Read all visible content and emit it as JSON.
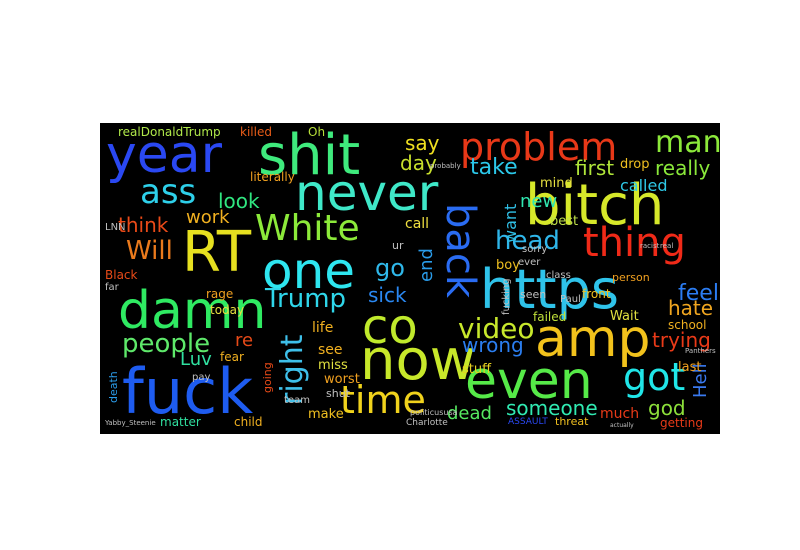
{
  "wordcloud": {
    "background": "#000000",
    "words": [
      {
        "text": "https",
        "color": "#2fc3ea"
      },
      {
        "text": "bitch",
        "color": "#d6e82a"
      },
      {
        "text": "fuck",
        "color": "#1e5cf0"
      },
      {
        "text": "shit",
        "color": "#3fea7d"
      },
      {
        "text": "damn",
        "color": "#2fea62"
      },
      {
        "text": "year",
        "color": "#2a48f2"
      },
      {
        "text": "never",
        "color": "#3fe8c8"
      },
      {
        "text": "amp",
        "color": "#f2c21c"
      },
      {
        "text": "now",
        "color": "#c8e82a"
      },
      {
        "text": "even",
        "color": "#56ea48"
      },
      {
        "text": "RT",
        "color": "#e6e020"
      },
      {
        "text": "one",
        "color": "#2ee6f0"
      },
      {
        "text": "co",
        "color": "#c0ea2c"
      },
      {
        "text": "problem",
        "color": "#e83818"
      },
      {
        "text": "thing",
        "color": "#f02a18"
      },
      {
        "text": "White",
        "color": "#8cea3a"
      },
      {
        "text": "man",
        "color": "#8ce83a"
      },
      {
        "text": "ass",
        "color": "#2ed0ea"
      },
      {
        "text": "back",
        "color": "#2a6cf2"
      },
      {
        "text": "time",
        "color": "#f0d21c"
      },
      {
        "text": "got",
        "color": "#20e6e8"
      },
      {
        "text": "Trump",
        "color": "#2fd6ea"
      },
      {
        "text": "right",
        "color": "#3ec0ea"
      },
      {
        "text": "people",
        "color": "#5ee86a"
      },
      {
        "text": "video",
        "color": "#c8e82c"
      },
      {
        "text": "head",
        "color": "#2fb6ea"
      },
      {
        "text": "Will",
        "color": "#ea7a1c"
      },
      {
        "text": "take",
        "color": "#2bc8ea"
      },
      {
        "text": "go",
        "color": "#2fb8ea"
      },
      {
        "text": "someone",
        "color": "#30eab2"
      },
      {
        "text": "god",
        "color": "#8ce03a"
      },
      {
        "text": "really",
        "color": "#8ae83a"
      },
      {
        "text": "first",
        "color": "#b0e63a"
      },
      {
        "text": "look",
        "color": "#30e680"
      },
      {
        "text": "think",
        "color": "#ea4a18"
      },
      {
        "text": "work",
        "color": "#f0b020"
      },
      {
        "text": "feel",
        "color": "#2b7cf2"
      },
      {
        "text": "hate",
        "color": "#f0a620"
      },
      {
        "text": "trying",
        "color": "#ea3a18"
      },
      {
        "text": "sick",
        "color": "#2a88f2"
      },
      {
        "text": "wrong",
        "color": "#2b7ef0"
      },
      {
        "text": "dead",
        "color": "#56e860"
      },
      {
        "text": "Luv",
        "color": "#30e0a0"
      },
      {
        "text": "re",
        "color": "#e84a18"
      },
      {
        "text": "end",
        "color": "#2a9cea"
      },
      {
        "text": "want",
        "color": "#30c0e6"
      },
      {
        "text": "new",
        "color": "#30e6b0"
      },
      {
        "text": "say",
        "color": "#f0e020"
      },
      {
        "text": "day",
        "color": "#c8e02c"
      },
      {
        "text": "Hell",
        "color": "#3a7af0"
      },
      {
        "text": "called",
        "color": "#2ec8e6"
      },
      {
        "text": "realDonaldTrump",
        "color": "#b0e84a"
      },
      {
        "text": "killed",
        "color": "#e85c18"
      },
      {
        "text": "Oh",
        "color": "#b8e03a"
      },
      {
        "text": "life",
        "color": "#f0b020"
      },
      {
        "text": "see",
        "color": "#f0b020"
      },
      {
        "text": "miss",
        "color": "#e0e040"
      },
      {
        "text": "worst",
        "color": "#f0a020"
      },
      {
        "text": "shut",
        "color": "#c0c0c0"
      },
      {
        "text": "stuff",
        "color": "#e6d020"
      },
      {
        "text": "much",
        "color": "#e83a18"
      },
      {
        "text": "last",
        "color": "#f0a020"
      },
      {
        "text": "failed",
        "color": "#c0e03a"
      },
      {
        "text": "Wait",
        "color": "#e0e040"
      },
      {
        "text": "school",
        "color": "#f0b020"
      },
      {
        "text": "mind",
        "color": "#e6e040"
      },
      {
        "text": "drop",
        "color": "#f0c020"
      },
      {
        "text": "call",
        "color": "#f0e040"
      },
      {
        "text": "best",
        "color": "#c0e04a"
      },
      {
        "text": "boy",
        "color": "#f0c020"
      },
      {
        "text": "front",
        "color": "#f0c020"
      },
      {
        "text": "person",
        "color": "#f0a020"
      },
      {
        "text": "seen",
        "color": "#c0c0c0"
      },
      {
        "text": "class",
        "color": "#c0c0c0"
      },
      {
        "text": "ur",
        "color": "#c0c0c0"
      },
      {
        "text": "sorry",
        "color": "#c0c0c0"
      },
      {
        "text": "fucking",
        "color": "#c0c0c0"
      },
      {
        "text": "Paul",
        "color": "#c0c0c0"
      },
      {
        "text": "ever",
        "color": "#c0c0c0"
      },
      {
        "text": "Black",
        "color": "#e84a18"
      },
      {
        "text": "today",
        "color": "#e6e040"
      },
      {
        "text": "far",
        "color": "#c0c0c0"
      },
      {
        "text": "rage",
        "color": "#f0a020"
      },
      {
        "text": "fear",
        "color": "#f0b020"
      },
      {
        "text": "going",
        "color": "#e84a18"
      },
      {
        "text": "death",
        "color": "#2a9cea"
      },
      {
        "text": "matter",
        "color": "#30e0a0"
      },
      {
        "text": "child",
        "color": "#f0b020"
      },
      {
        "text": "make",
        "color": "#f0c020"
      },
      {
        "text": "team",
        "color": "#c0c0c0"
      },
      {
        "text": "threat",
        "color": "#f0c020"
      },
      {
        "text": "getting",
        "color": "#e83a18"
      },
      {
        "text": "literally",
        "color": "#f0a020"
      },
      {
        "text": "LNN",
        "color": "#c0c0c0"
      },
      {
        "text": "pay",
        "color": "#c0c0c0"
      },
      {
        "text": "Charlotte",
        "color": "#c0c0c0"
      },
      {
        "text": "ASSAULT",
        "color": "#2a48f2"
      },
      {
        "text": "politicususa",
        "color": "#c0c0c0"
      },
      {
        "text": "Yabby_Steenie",
        "color": "#c0c0c0"
      },
      {
        "text": "Panthers",
        "color": "#c0c0c0"
      },
      {
        "text": "actually",
        "color": "#c0c0c0"
      },
      {
        "text": "racist",
        "color": "#c0c0c0"
      },
      {
        "text": "real",
        "color": "#c0c0c0"
      },
      {
        "text": "probably",
        "color": "#c0c0c0"
      }
    ]
  }
}
